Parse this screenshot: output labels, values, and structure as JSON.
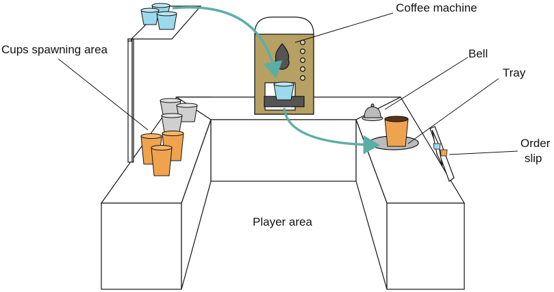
{
  "labels": {
    "coffee_machine": "Coffee machine",
    "cups_spawning_area": "Cups spawning area",
    "bell": "Bell",
    "tray": "Tray",
    "order_slip_line1": "Order",
    "order_slip_line2": "slip",
    "player_area": "Player area"
  },
  "colors": {
    "arrow": "#5aafa5",
    "machine_body": "#b6a064",
    "cup_blue": "#9bd9ec",
    "cup_orange": "#f0a34e",
    "cup_gray": "#cfcfcf",
    "coffee": "#5a3416",
    "tray": "#bbbbbb",
    "outline": "#111111"
  },
  "icons": [
    "coffee-machine-icon",
    "bell-icon",
    "tray-icon",
    "order-slip-icon",
    "cup-icon",
    "coffee-drop-icon"
  ]
}
